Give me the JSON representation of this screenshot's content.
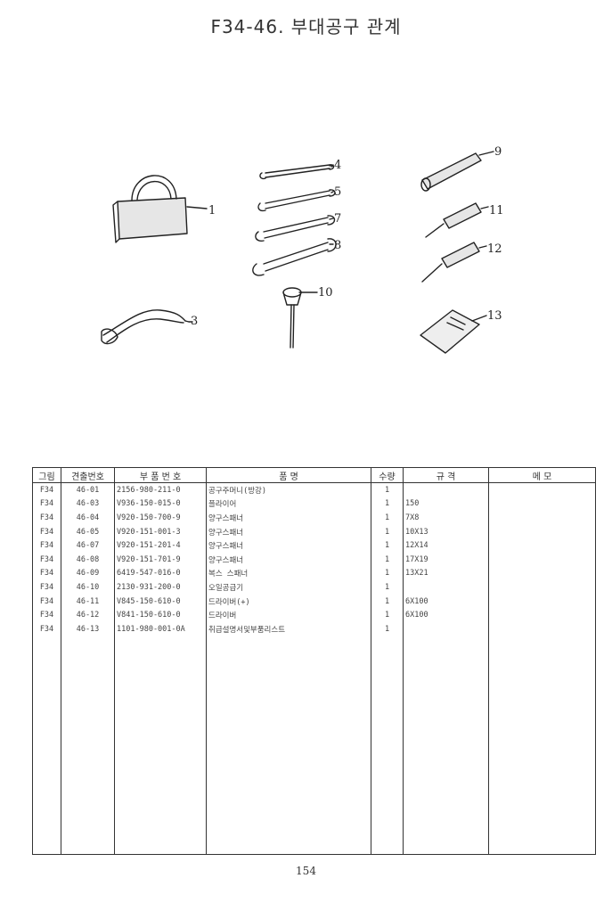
{
  "page": {
    "title": "F34-46. 부대공구 관계",
    "page_number": "154"
  },
  "callouts": [
    "1",
    "3",
    "4",
    "5",
    "7",
    "8",
    "9",
    "10",
    "11",
    "12",
    "13"
  ],
  "table": {
    "headers": [
      "그림",
      "견출번호",
      "부 품 번 호",
      "품 명",
      "수량",
      "규 격",
      "메 모"
    ],
    "rows": [
      {
        "fig": "F34",
        "ref": "46-01",
        "part_no": "2156-980-211-0",
        "name": "공구주머니(방강)",
        "qty": "1",
        "spec": "",
        "memo": ""
      },
      {
        "fig": "F34",
        "ref": "46-03",
        "part_no": "V936-150-015-0",
        "name": "플라이어",
        "qty": "1",
        "spec": "150",
        "memo": ""
      },
      {
        "fig": "F34",
        "ref": "46-04",
        "part_no": "V920-150-700-9",
        "name": "양구스패너",
        "qty": "1",
        "spec": "7X8",
        "memo": ""
      },
      {
        "fig": "F34",
        "ref": "46-05",
        "part_no": "V920-151-001-3",
        "name": "양구스패너",
        "qty": "1",
        "spec": "10X13",
        "memo": ""
      },
      {
        "fig": "F34",
        "ref": "46-07",
        "part_no": "V920-151-201-4",
        "name": "양구스패너",
        "qty": "1",
        "spec": "12X14",
        "memo": ""
      },
      {
        "fig": "F34",
        "ref": "46-08",
        "part_no": "V920-151-701-9",
        "name": "양구스패너",
        "qty": "1",
        "spec": "17X19",
        "memo": ""
      },
      {
        "fig": "F34",
        "ref": "46-09",
        "part_no": "6419-547-016-0",
        "name": "복스 스패너",
        "qty": "1",
        "spec": "13X21",
        "memo": ""
      },
      {
        "fig": "F34",
        "ref": "46-10",
        "part_no": "2130-931-200-0",
        "name": "오일공급기",
        "qty": "1",
        "spec": "",
        "memo": ""
      },
      {
        "fig": "F34",
        "ref": "46-11",
        "part_no": "V845-150-610-0",
        "name": "드라이버(+)",
        "qty": "1",
        "spec": "6X100",
        "memo": ""
      },
      {
        "fig": "F34",
        "ref": "46-12",
        "part_no": "V841-150-610-0",
        "name": "드라이버",
        "qty": "1",
        "spec": "6X100",
        "memo": ""
      },
      {
        "fig": "F34",
        "ref": "46-13",
        "part_no": "1101-980-001-0A",
        "name": "취급설명서및부품리스트",
        "qty": "1",
        "spec": "",
        "memo": ""
      }
    ]
  },
  "colors": {
    "ink": "#222222",
    "paper": "#ffffff"
  }
}
